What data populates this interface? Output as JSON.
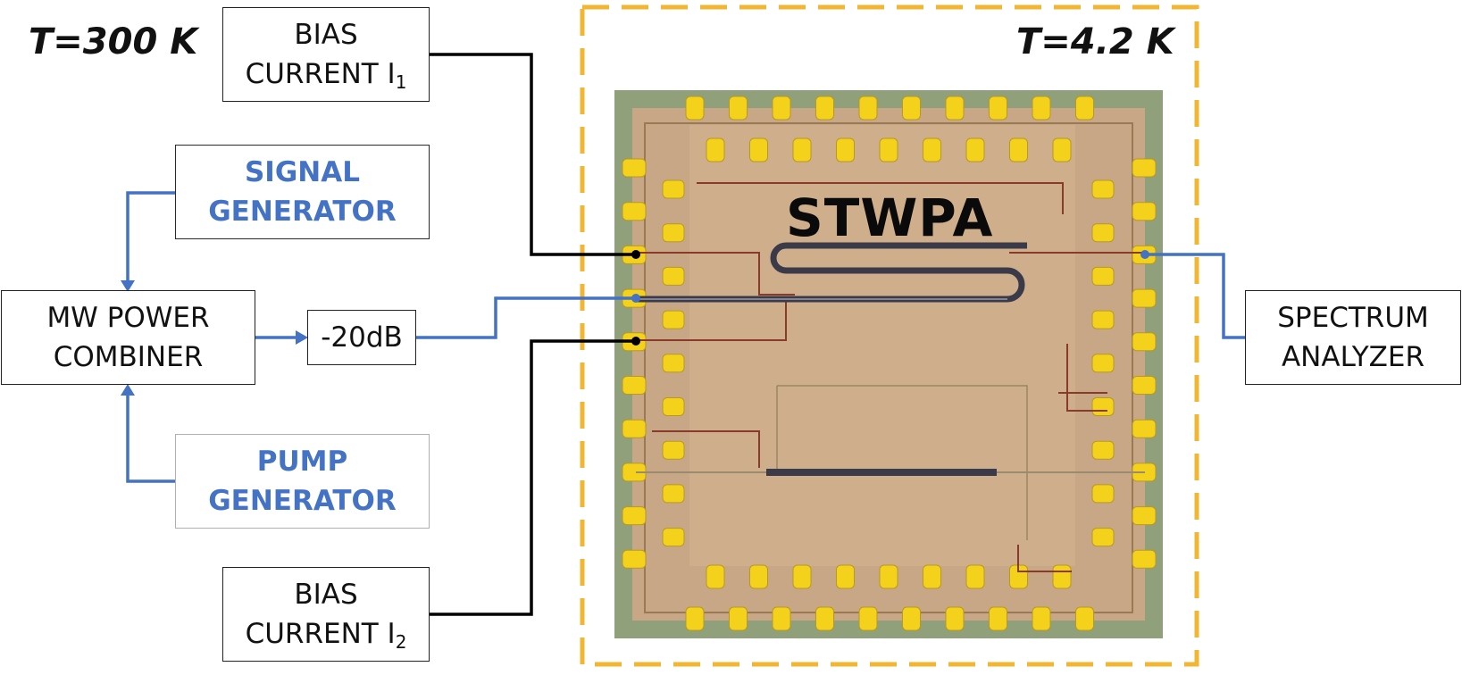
{
  "temperatures": {
    "room": "T=300 K",
    "cryo": "T=4.2 K"
  },
  "chip": {
    "name": "STWPA"
  },
  "blocks": {
    "bias1": {
      "line1": "BIAS",
      "line2": "CURRENT I",
      "sub": "1"
    },
    "bias2": {
      "line1": "BIAS",
      "line2": "CURRENT I",
      "sub": "2"
    },
    "signal": {
      "line1": "SIGNAL",
      "line2": "GENERATOR"
    },
    "pump": {
      "line1": "PUMP",
      "line2": "GENERATOR"
    },
    "combiner": {
      "line1": "MW POWER",
      "line2": "COMBINER"
    },
    "attenuator": {
      "label": "-20dB"
    },
    "analyzer": {
      "line1": "SPECTRUM",
      "line2": "ANALYZER"
    }
  },
  "colors": {
    "signal_path": "#4472c4",
    "dc_path": "#000000",
    "cryostat_border": "#f2b632",
    "chip_substrate": "#c9a882",
    "chip_frame": "#8fa07a",
    "pad": "#f4d21c",
    "transmission_line": "#3a3a48"
  }
}
